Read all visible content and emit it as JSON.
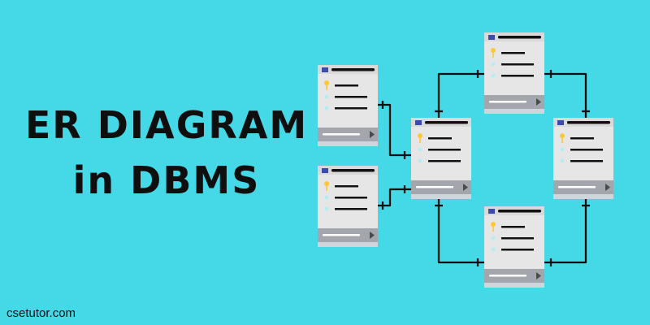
{
  "title": {
    "line1": "ER DIAGRAM",
    "line2": "in DBMS"
  },
  "footer": {
    "site": "csetutor.com"
  },
  "colors": {
    "background": "#45d9e8",
    "card": "#e6e6e6",
    "card_header": "#d9d9d9",
    "card_footer": "#a3a7ad",
    "header_square": "#3b4bab",
    "key_icon": "#ffc832",
    "muted_icon": "#b3ecf2",
    "line": "#111111"
  },
  "icons": {
    "card_header": "table-color-swatch",
    "primary_key": "key-icon",
    "field": "field-dot-icon",
    "footer_arrow": "scroll-arrow-icon",
    "relation_ends": "crow-foot-markers"
  },
  "diagram": {
    "entities": [
      {
        "id": "table-left-top",
        "row_count": 3
      },
      {
        "id": "table-left-bottom",
        "row_count": 3
      },
      {
        "id": "table-center",
        "row_count": 3
      },
      {
        "id": "table-top",
        "row_count": 3
      },
      {
        "id": "table-right",
        "row_count": 3
      },
      {
        "id": "table-bottom",
        "row_count": 3
      }
    ],
    "relationships": [
      {
        "from": "table-left-top",
        "to": "table-center"
      },
      {
        "from": "table-left-bottom",
        "to": "table-center"
      },
      {
        "from": "table-center",
        "to": "table-top"
      },
      {
        "from": "table-top",
        "to": "table-right"
      },
      {
        "from": "table-center",
        "to": "table-bottom"
      },
      {
        "from": "table-bottom",
        "to": "table-right"
      }
    ]
  }
}
